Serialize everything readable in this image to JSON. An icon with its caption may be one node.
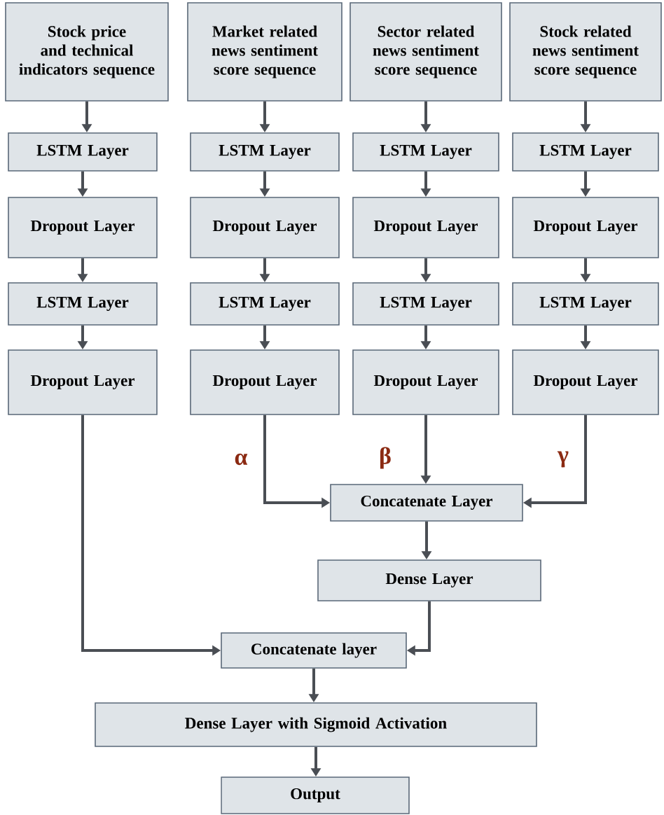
{
  "diagram": {
    "nodes": [
      {
        "text": [
          "Stock price and technical indicators sequence"
        ]
      },
      {
        "text": [
          "Market related news sentiment score sequence"
        ]
      },
      {
        "text": [
          "Sector related news sentiment score sequence"
        ]
      },
      {
        "text": [
          "Stock related news sentiment score sequence"
        ]
      },
      {
        "text": [
          "LSTM Layer"
        ]
      },
      {
        "text": [
          "Dropout Layer"
        ]
      },
      {
        "text": [
          "LSTM Layer"
        ]
      },
      {
        "text": [
          "Dropout Layer"
        ]
      },
      {
        "text": [
          "LSTM Layer"
        ]
      },
      {
        "text": [
          "Dropout Layer"
        ]
      },
      {
        "text": [
          "LSTM Layer"
        ]
      },
      {
        "text": [
          "Dropout Layer"
        ]
      },
      {
        "text": [
          "LSTM Layer"
        ]
      },
      {
        "text": [
          "Dropout Layer"
        ]
      },
      {
        "text": [
          "LSTM Layer"
        ]
      },
      {
        "text": [
          "Dropout Layer"
        ]
      },
      {
        "text": [
          "LSTM Layer"
        ]
      },
      {
        "text": [
          "Dropout Layer"
        ]
      },
      {
        "text": [
          "LSTM Layer"
        ]
      },
      {
        "text": [
          "Dropout Layer"
        ]
      },
      {
        "text": [
          "Concatenate Layer"
        ]
      },
      {
        "text": [
          "Dense Layer"
        ]
      },
      {
        "text": [
          "Concatenate layer"
        ]
      },
      {
        "text": [
          "Dense Layer with Sigmoid Activation"
        ]
      },
      {
        "text": [
          "Output"
        ]
      }
    ],
    "edges": [
      {
        "from": 0,
        "to": 4,
        "arrow": "to"
      },
      {
        "from": 4,
        "to": 5,
        "arrow": "to"
      },
      {
        "from": 5,
        "to": 6,
        "arrow": "to"
      },
      {
        "from": 6,
        "to": 7,
        "arrow": "to"
      },
      {
        "from": 1,
        "to": 8,
        "arrow": "to"
      },
      {
        "from": 8,
        "to": 9,
        "arrow": "to"
      },
      {
        "from": 9,
        "to": 10,
        "arrow": "to"
      },
      {
        "from": 10,
        "to": 11,
        "arrow": "to"
      },
      {
        "from": 2,
        "to": 12,
        "arrow": "to"
      },
      {
        "from": 12,
        "to": 13,
        "arrow": "to"
      },
      {
        "from": 13,
        "to": 14,
        "arrow": "to"
      },
      {
        "from": 14,
        "to": 15,
        "arrow": "to"
      },
      {
        "from": 3,
        "to": 16,
        "arrow": "to"
      },
      {
        "from": 16,
        "to": 17,
        "arrow": "to"
      },
      {
        "from": 17,
        "to": 18,
        "arrow": "to"
      },
      {
        "from": 18,
        "to": 19,
        "arrow": "to"
      },
      {
        "from": 11,
        "to": 20,
        "arrow": "to",
        "label": "α"
      },
      {
        "from": 15,
        "to": 20,
        "arrow": "to",
        "label": "β"
      },
      {
        "from": 19,
        "to": 20,
        "arrow": "to",
        "label": "γ"
      },
      {
        "from": 7,
        "to": 22,
        "arrow": "to"
      },
      {
        "from": 20,
        "to": 21,
        "arrow": "to"
      },
      {
        "from": 21,
        "to": 22,
        "arrow": "to"
      },
      {
        "from": 22,
        "to": 23,
        "arrow": "to"
      },
      {
        "from": 23,
        "to": 24,
        "arrow": "to"
      }
    ]
  }
}
